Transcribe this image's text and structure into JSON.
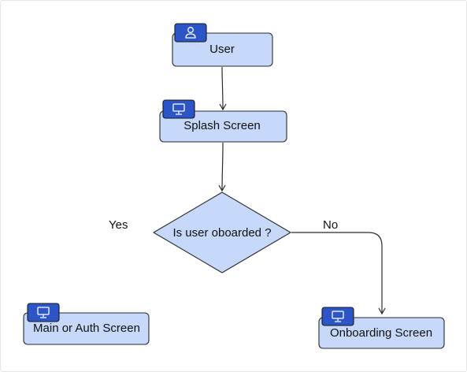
{
  "colors": {
    "node_fill": "#c6d9fb",
    "node_stroke": "#2b2b2b",
    "icon_fill": "#2c56c8",
    "icon_stroke": "#1a1a1a",
    "edge": "#2b2b2b"
  },
  "nodes": {
    "user": {
      "label": "User",
      "icon": "user-icon"
    },
    "splash": {
      "label": "Splash Screen",
      "icon": "monitor-icon"
    },
    "decision": {
      "label": "Is user oboarded ?"
    },
    "main_auth": {
      "label": "Main or Auth Screen",
      "icon": "monitor-icon"
    },
    "onboarding": {
      "label": "Onboarding Screen",
      "icon": "monitor-icon"
    }
  },
  "edges": {
    "yes_label": "Yes",
    "no_label": "No"
  }
}
